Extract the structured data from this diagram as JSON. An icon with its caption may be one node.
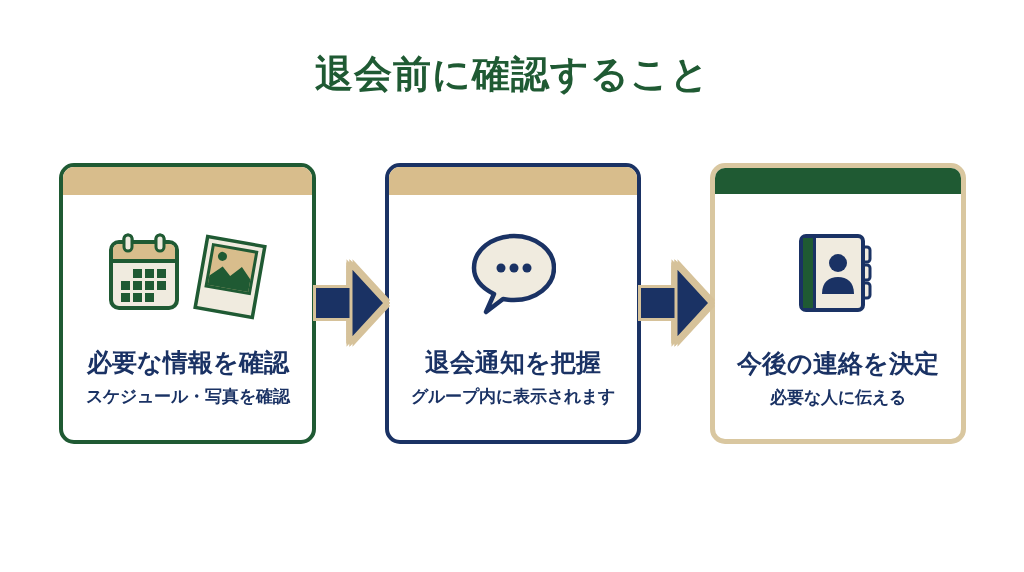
{
  "diagram": {
    "title": "退会前に確認すること",
    "nodes": [
      {
        "text": [
          "必要な情報を確認",
          "スケジュール・写真を確認"
        ]
      },
      {
        "text": [
          "退会通知を把握",
          "グループ内に表示されます"
        ]
      },
      {
        "text": [
          "今後の連絡を決定",
          "必要な人に伝える"
        ]
      }
    ],
    "edges": [
      {
        "from": 0,
        "to": 1,
        "arrow": "to"
      },
      {
        "from": 1,
        "to": 2,
        "arrow": "to"
      }
    ]
  }
}
